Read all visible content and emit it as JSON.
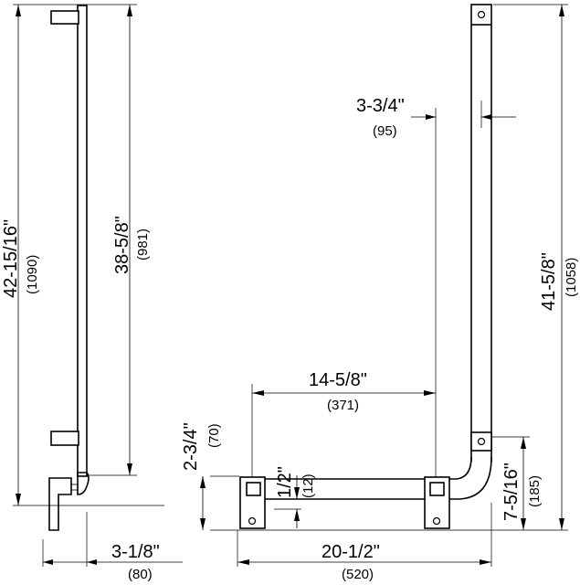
{
  "dimensions": {
    "overall_height": {
      "imperial": "42-15/16\"",
      "metric": "(1090)"
    },
    "rail_length": {
      "imperial": "38-5/8\"",
      "metric": "(981)"
    },
    "side_height": {
      "imperial": "41-5/8\"",
      "metric": "(1058)"
    },
    "offset_top": {
      "imperial": "3-3/4\"",
      "metric": "(95)"
    },
    "horizontal_span": {
      "imperial": "14-5/8\"",
      "metric": "(371)"
    },
    "bracket_height": {
      "imperial": "2-3/4\"",
      "metric": "(70)"
    },
    "tube_half": {
      "imperial": "1/2\"",
      "metric": "(12)"
    },
    "elbow_height": {
      "imperial": "7-5/16\"",
      "metric": "(185)"
    },
    "wall_projection": {
      "imperial": "3-1/8\"",
      "metric": "(80)"
    },
    "overall_width": {
      "imperial": "20-1/2\"",
      "metric": "(520)"
    }
  }
}
